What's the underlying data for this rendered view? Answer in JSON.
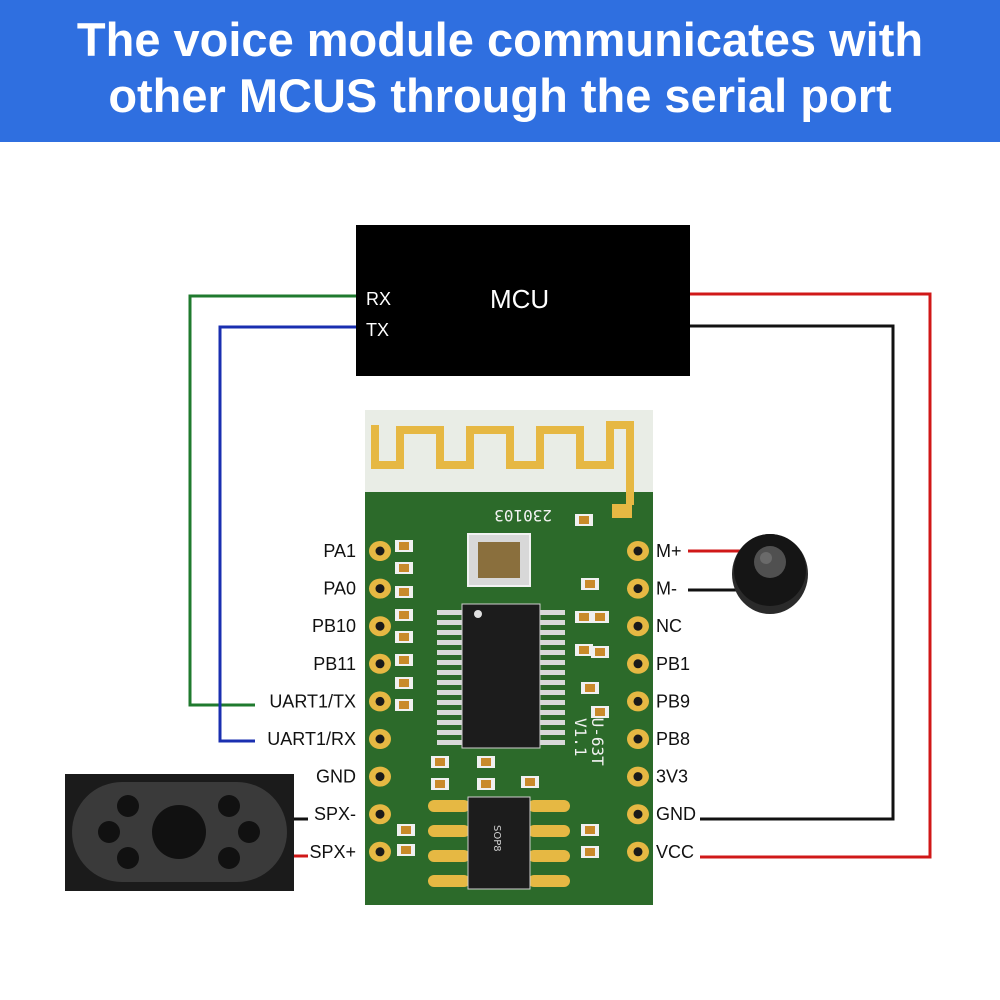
{
  "title": {
    "line1": "The voice module communicates with",
    "line2": "other MCUS through the serial port"
  },
  "mcu": {
    "label": "MCU",
    "pin_rx": "RX",
    "pin_tx": "TX"
  },
  "board": {
    "date_code": "230103",
    "model": "SU-63T",
    "version": "V1.1",
    "package": "SOP8",
    "left_pins": [
      "PA1",
      "PA0",
      "PB10",
      "PB11",
      "UART1/TX",
      "UART1/RX",
      "GND",
      "SPX-",
      "SPX+"
    ],
    "right_pins": [
      "M+",
      "M-",
      "NC",
      "PB1",
      "PB9",
      "PB8",
      "3V3",
      "GND",
      "VCC"
    ]
  },
  "colors": {
    "banner": "#2f6fe0",
    "pcb": "#2c6a2a",
    "wire_rx": "#1f7a2e",
    "wire_tx": "#1a2fb0",
    "wire_power": "#d01818",
    "wire_ground": "#111111"
  },
  "components": {
    "microphone": "microphone-icon",
    "speaker": "speaker-icon"
  }
}
